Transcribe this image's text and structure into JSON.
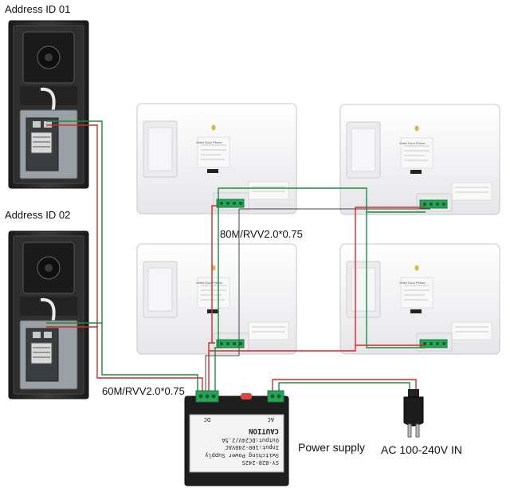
{
  "labels": {
    "address_1": "Address ID 01",
    "address_2": "Address ID 02",
    "cable_upper": "80M/RVV2.0*0.75",
    "cable_lower": "60M/RVV2.0*0.75",
    "power_supply": "Power supply",
    "ac_in": "AC 100-240V IN"
  },
  "psu": {
    "model": "SY-828-242S",
    "type": "Switching Power Supply",
    "input": "Input:100-240VAC",
    "output": "Output:DC24V/2.5A",
    "caution": "CAUTION",
    "ac_label": "AC",
    "dc_label": "DC"
  },
  "monitor": {
    "badge": "Video Door Phone"
  },
  "colors": {
    "wire_red": "#d42a2a",
    "wire_green": "#1f8a3c",
    "terminal_green": "#27a35a",
    "psu_body": "#1e1e1e",
    "door_station": "#2b2b2b",
    "monitor_back": "#f2f2f4"
  }
}
